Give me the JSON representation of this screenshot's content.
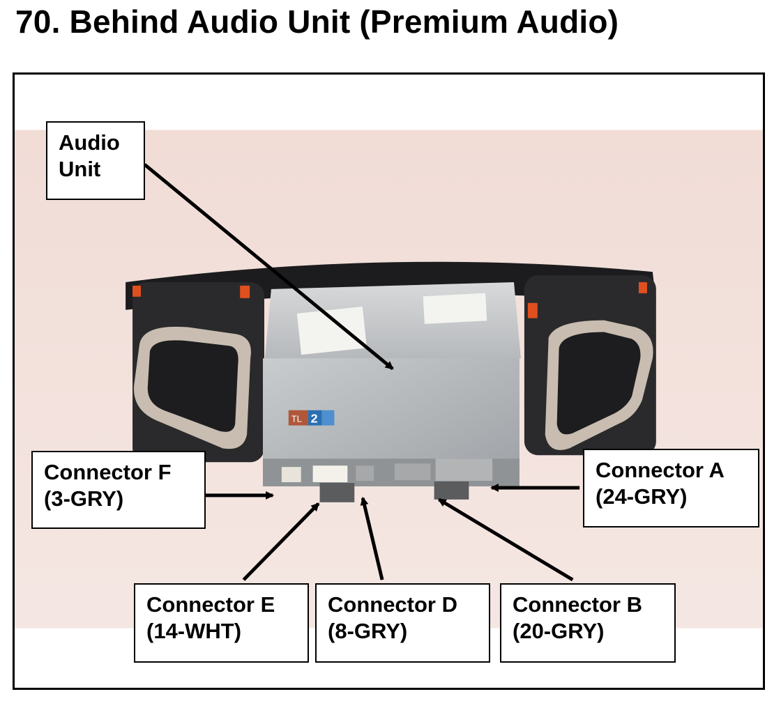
{
  "title": "70.  Behind Audio Unit (Premium Audio)",
  "labels": {
    "audio_unit": [
      "Audio",
      "Unit"
    ],
    "connector_f": [
      "Connector F",
      "(3-GRY)"
    ],
    "connector_a": [
      "Connector A",
      "(24-GRY)"
    ],
    "connector_e": [
      "Connector E",
      "(14-WHT)"
    ],
    "connector_d": [
      "Connector D",
      "(8-GRY)"
    ],
    "connector_b": [
      "Connector B",
      "(20-GRY)"
    ]
  },
  "unit_badge": {
    "prefix": "TL",
    "number": "2"
  },
  "colors": {
    "backdrop": "#efd9d3",
    "unit_body": "#b9bcbf",
    "dash_trim": "#1c1c1e",
    "vent_bezel": "#c8bdb0",
    "clip_orange": "#e0501e"
  }
}
